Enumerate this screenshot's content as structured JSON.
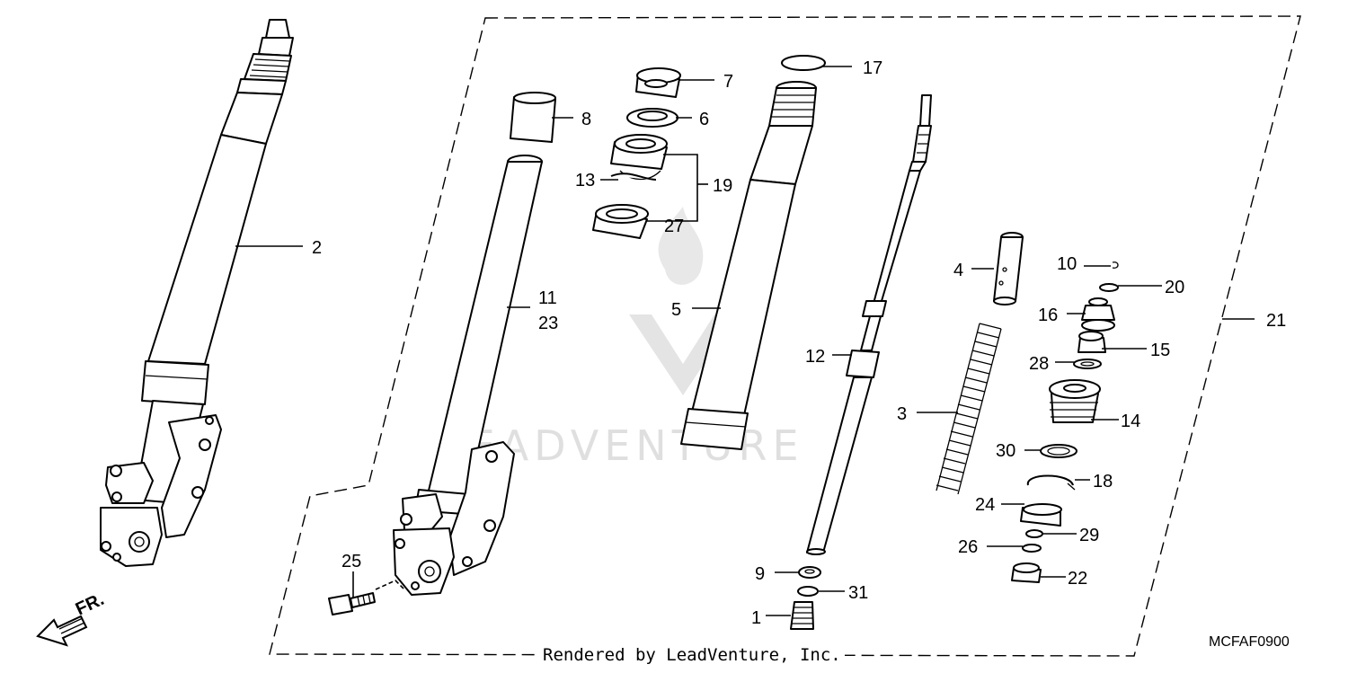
{
  "diagram": {
    "code": "MCFAF0900",
    "credit": "Rendered by LeadVenture, Inc.",
    "watermark": "LEADVENTURE",
    "direction_label": "FR.",
    "callouts": [
      "1",
      "2",
      "3",
      "4",
      "5",
      "6",
      "7",
      "8",
      "9",
      "10",
      "11",
      "12",
      "13",
      "14",
      "15",
      "16",
      "17",
      "18",
      "19",
      "20",
      "21",
      "22",
      "23",
      "24",
      "25",
      "26",
      "27",
      "28",
      "29",
      "30",
      "31"
    ]
  }
}
